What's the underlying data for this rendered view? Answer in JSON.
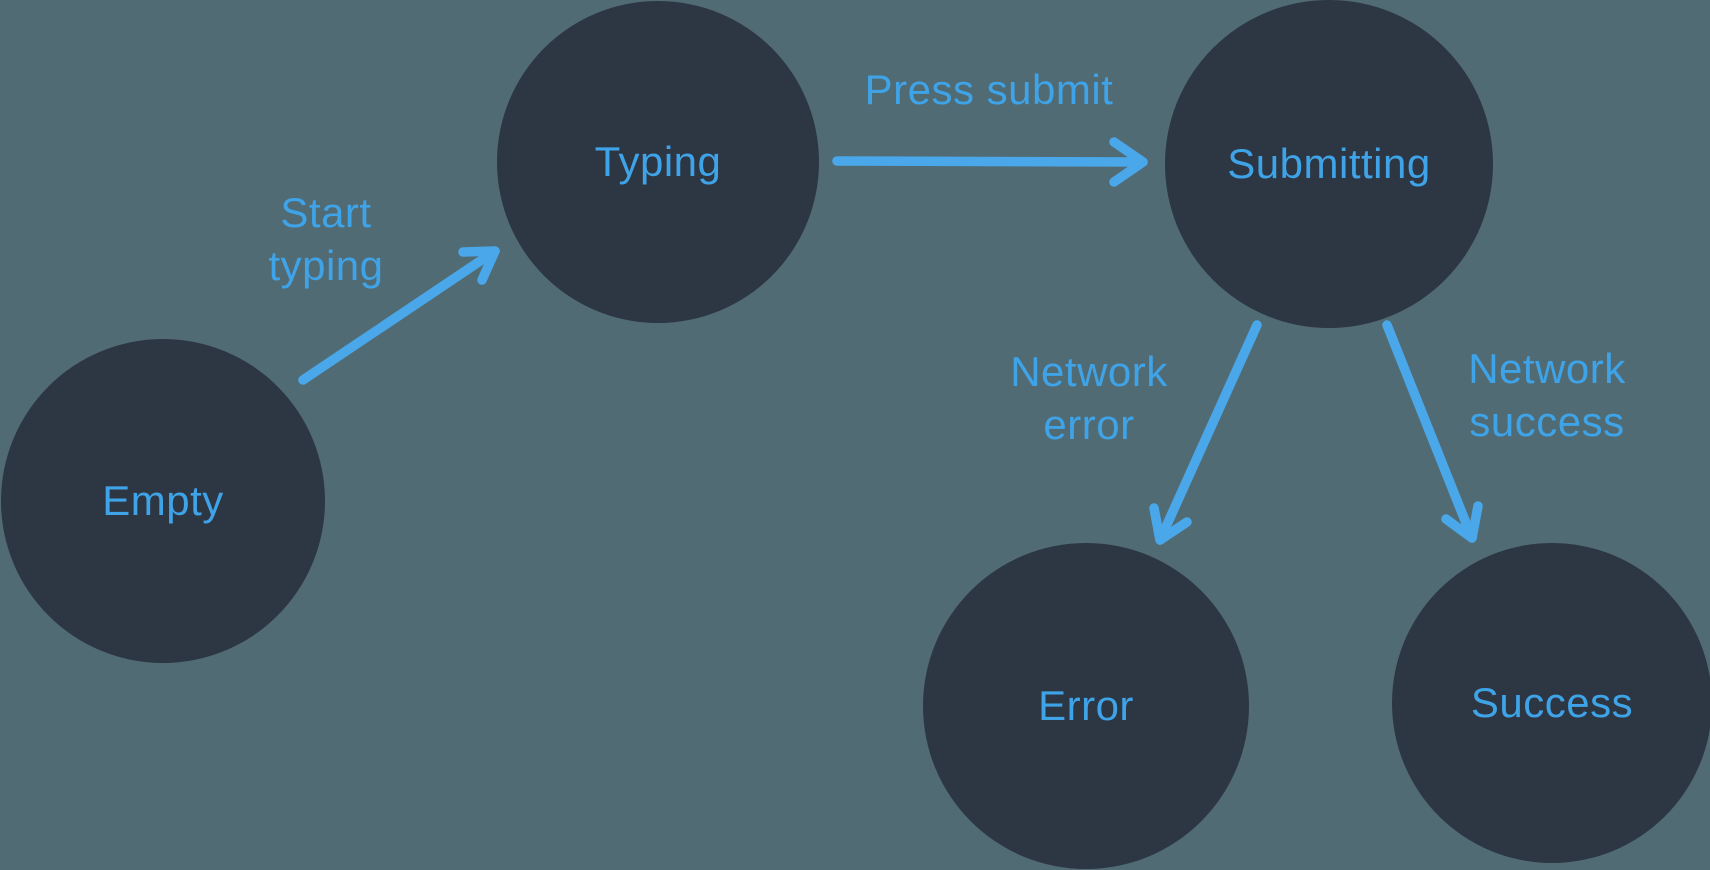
{
  "diagram": {
    "colors": {
      "background": "#506B74",
      "node_fill": "#2D3643",
      "accent_text": "#3FA3E8",
      "accent_arrow": "#4AA8EA"
    },
    "nodes": [
      {
        "id": "empty",
        "label": "Empty"
      },
      {
        "id": "typing",
        "label": "Typing"
      },
      {
        "id": "submitting",
        "label": "Submitting"
      },
      {
        "id": "error",
        "label": "Error"
      },
      {
        "id": "success",
        "label": "Success"
      }
    ],
    "edges": [
      {
        "from": "empty",
        "to": "typing",
        "label": "Start typing"
      },
      {
        "from": "typing",
        "to": "submitting",
        "label": "Press submit"
      },
      {
        "from": "submitting",
        "to": "error",
        "label": "Network error"
      },
      {
        "from": "submitting",
        "to": "success",
        "label": "Network success"
      }
    ]
  }
}
